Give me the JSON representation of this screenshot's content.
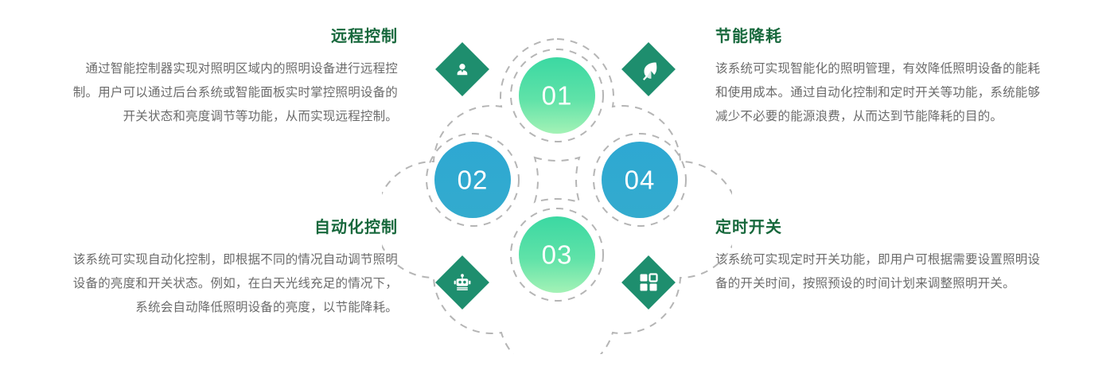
{
  "page": {
    "background": "#ffffff",
    "title_color": "#17683c",
    "body_color": "#6b6b6b",
    "diamond_color": "#1e8e6e",
    "blue_circle_color": "#30a9d0",
    "green_circle_top": "#3ed6a0",
    "green_circle_bottom": "#9cf0b4",
    "dashed_color": "#b3b3b3"
  },
  "blocks": {
    "remote": {
      "number": "01",
      "title": "远程控制",
      "body": "通过智能控制器实现对照明区域内的照明设备进行远程控制。用户可以通过后台系统或智能面板实时掌控照明设备的开关状态和亮度调节等功能，从而实现远程控制。",
      "icon": "user-icon"
    },
    "automation": {
      "number": "02",
      "title": "自动化控制",
      "body": "该系统可实现自动化控制，即根据不同的情况自动调节照明设备的亮度和开关状态。例如，在白天光线充足的情况下，系统会自动降低照明设备的亮度，以节能降耗。",
      "icon": "robot-icon"
    },
    "timing": {
      "number": "03",
      "title": "定时开关",
      "body": "该系统可实现定时开关功能，即用户可根据需要设置照明设备的开关时间，按照预设的时间计划来调整照明开关。",
      "icon": "grid-icon"
    },
    "energy": {
      "number": "04",
      "title": "节能降耗",
      "body": "该系统可实现智能化的照明管理，有效降低照明设备的能耗和使用成本。通过自动化控制和定时开关等功能，系统能够减少不必要的能源浪费，从而达到节能降耗的目的。",
      "icon": "leaf-icon"
    }
  },
  "chart_data": {
    "type": "diagram",
    "layout": "four-node-circular-cloverleaf",
    "nodes": [
      {
        "id": "01",
        "label": "远程控制",
        "position": "top",
        "color": "green-gradient",
        "icon": "user-icon"
      },
      {
        "id": "02",
        "label": "自动化控制",
        "position": "left",
        "color": "#30a9d0",
        "icon": "robot-icon"
      },
      {
        "id": "03",
        "label": "定时开关",
        "position": "bottom",
        "color": "green-gradient",
        "icon": "grid-icon"
      },
      {
        "id": "04",
        "label": "节能降耗",
        "position": "right",
        "color": "#30a9d0",
        "icon": "leaf-icon"
      }
    ]
  }
}
